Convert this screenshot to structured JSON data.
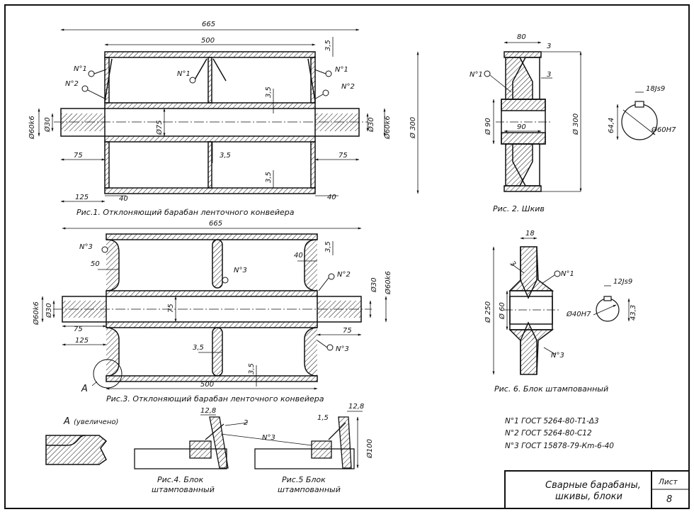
{
  "fig1": {
    "caption": "Рис.1. Отклоняющий барабан ленточного конвейера",
    "dims": {
      "overall": "665",
      "width": "500",
      "t_top": "3,5",
      "t_mid": "3,5",
      "t_rib": "3,5",
      "t_bot": "3,5",
      "shaft_dia": "Ø60k6",
      "bore": "Ø30",
      "hub": "Ø75",
      "shaft_r_bore": "Ø30",
      "shaft_r": "Ø60k6",
      "outer": "Ø 300",
      "l75": "75",
      "r75": "75",
      "l125": "125",
      "l40": "40",
      "r40": "40"
    },
    "labels": {
      "n1a": "N°1",
      "n2a": "N°2",
      "n1b": "N°1",
      "n1c": "N°1",
      "n2b": "N°2"
    }
  },
  "fig2": {
    "caption": "Рис. 2. Шкив",
    "dims": {
      "w": "80",
      "t1": "3",
      "t2": "3",
      "bore": "Ø 90",
      "hub": "90",
      "outer": "Ø 300"
    },
    "labels": {
      "n1": "N°1"
    }
  },
  "keyway1": {
    "slot": "18Js9",
    "depth": "64,4",
    "dia": "Ø60H7"
  },
  "fig3": {
    "caption": "Рис.3. Отклоняющий барабан ленточного конвейера",
    "dims": {
      "overall": "665",
      "width": "500",
      "l50": "50",
      "r40": "40",
      "t1": "3,5",
      "t2": "3,5",
      "t3": "3,5",
      "hub": "75",
      "shaft_l": "Ø60k6",
      "bore_l": "Ø30",
      "bore_r": "Ø30",
      "shaft_r": "Ø60k6",
      "l75": "75",
      "r75": "75",
      "l125": "125"
    },
    "labels": {
      "n3a": "N°3",
      "n3b": "N°3",
      "n2": "N°2",
      "n3c": "N°3",
      "detail": "A"
    }
  },
  "detailA": {
    "label": "A",
    "note": "(увеличено)"
  },
  "fig4": {
    "caption_1": "Рис.4. Блок",
    "caption_2": "штампованный",
    "dims": {
      "w": "12,8",
      "n": "2",
      "n3": "N°3"
    }
  },
  "fig5": {
    "caption_1": "Рис.5 Блок",
    "caption_2": "штампованный",
    "dims": {
      "w": "12,8",
      "t": "1,5",
      "dia": "Ø100"
    }
  },
  "fig6": {
    "caption": "Рис. 6. Блок штампованный",
    "dims": {
      "w": "18",
      "t": "3",
      "outer": "Ø 250",
      "bore": "Ø 60"
    },
    "labels": {
      "n1": "N°1",
      "n3": "N°3"
    }
  },
  "keyway2": {
    "slot": "12Js9",
    "depth": "43,3",
    "dia": "Ø40H7"
  },
  "notes": [
    "N°1  ГОСТ 5264-80-Т1-Δ3",
    "N°2  ГОСТ 5264-80-С12",
    "N°3  ГОСТ 15878-79-Кm-6-40"
  ],
  "title_block": {
    "line1": "Сварные барабаны,",
    "line2": "шкивы, блоки",
    "sheet_label": "Лист",
    "sheet_no": "8"
  }
}
